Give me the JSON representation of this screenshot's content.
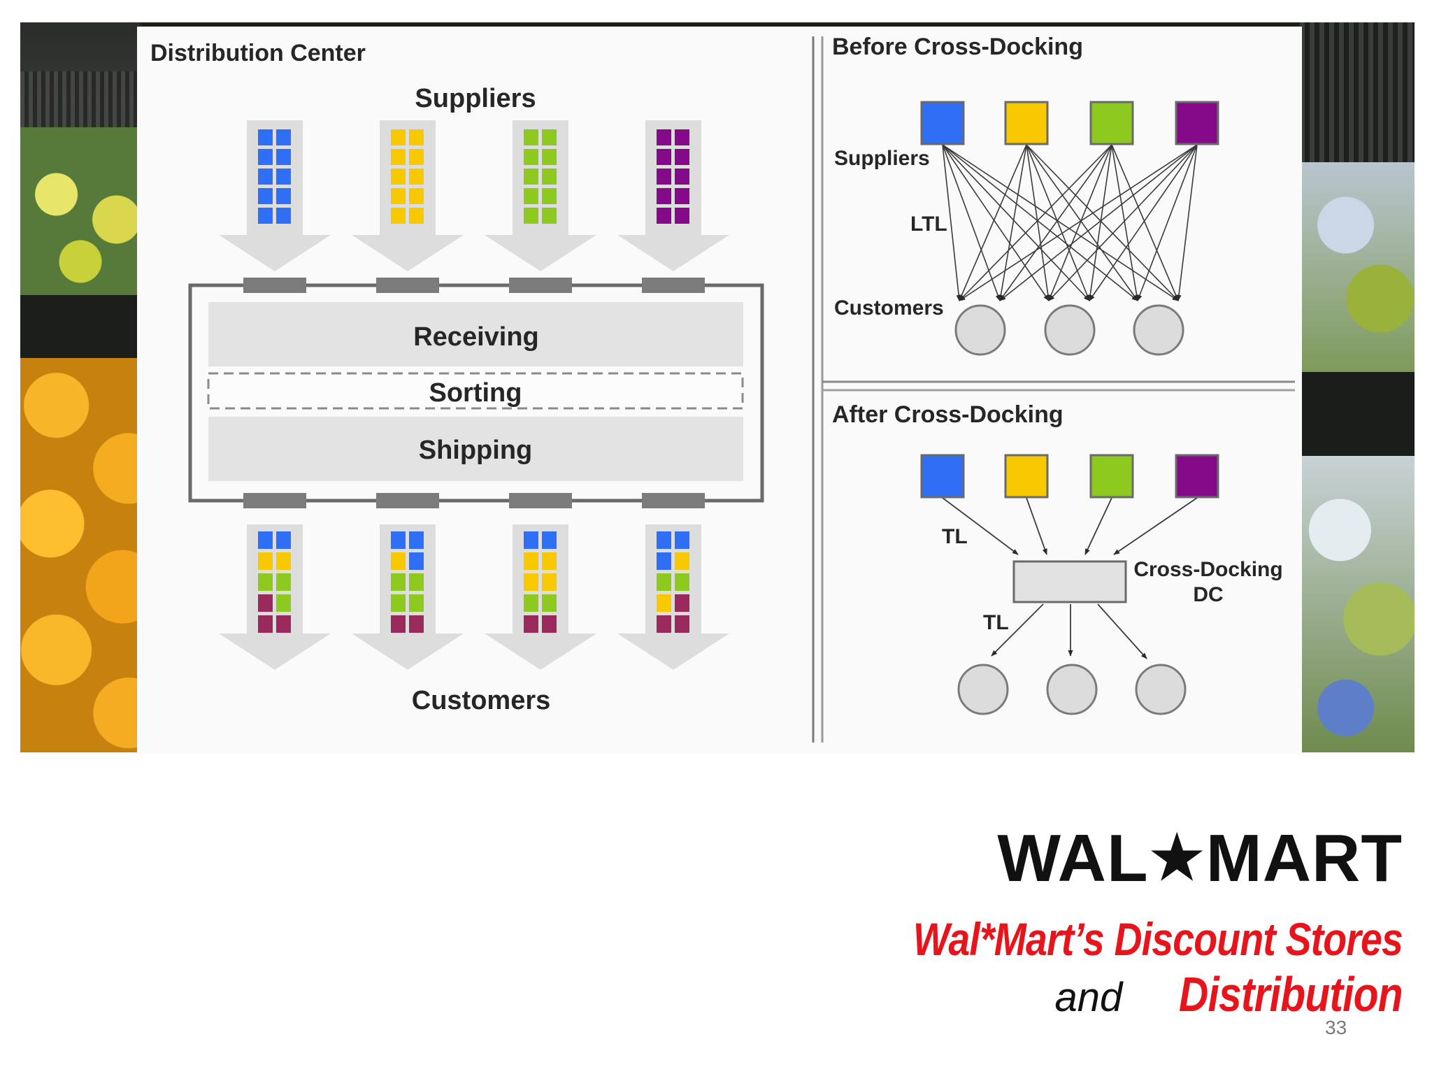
{
  "diagram": {
    "left_panel": {
      "title": "Distribution Center",
      "suppliers_label": "Suppliers",
      "customers_label": "Customers",
      "stages": [
        "Receiving",
        "Sorting",
        "Shipping"
      ]
    },
    "before_panel": {
      "title": "Before Cross-Docking",
      "suppliers_label": "Suppliers",
      "link_label": "LTL",
      "customers_label": "Customers"
    },
    "after_panel": {
      "title": "After Cross-Docking",
      "inbound_label": "TL",
      "outbound_label": "TL",
      "hub_label_line1": "Cross-Docking",
      "hub_label_line2": "DC"
    },
    "supplier_colors": [
      "#2f6ff5",
      "#f8c800",
      "#8ec920",
      "#850a8a"
    ],
    "mixed_colors": {
      "blue": "#2f6ff5",
      "yellow": "#f8c800",
      "green": "#8ec920",
      "maroon": "#9a2a5c"
    }
  },
  "brand": {
    "logo_left": "WAL",
    "logo_star": "★",
    "logo_right": "MART",
    "line1": "Wal*Mart’s Discount Stores",
    "line2_and": "and",
    "line2_distribution": "Distribution"
  },
  "page_number": "33"
}
